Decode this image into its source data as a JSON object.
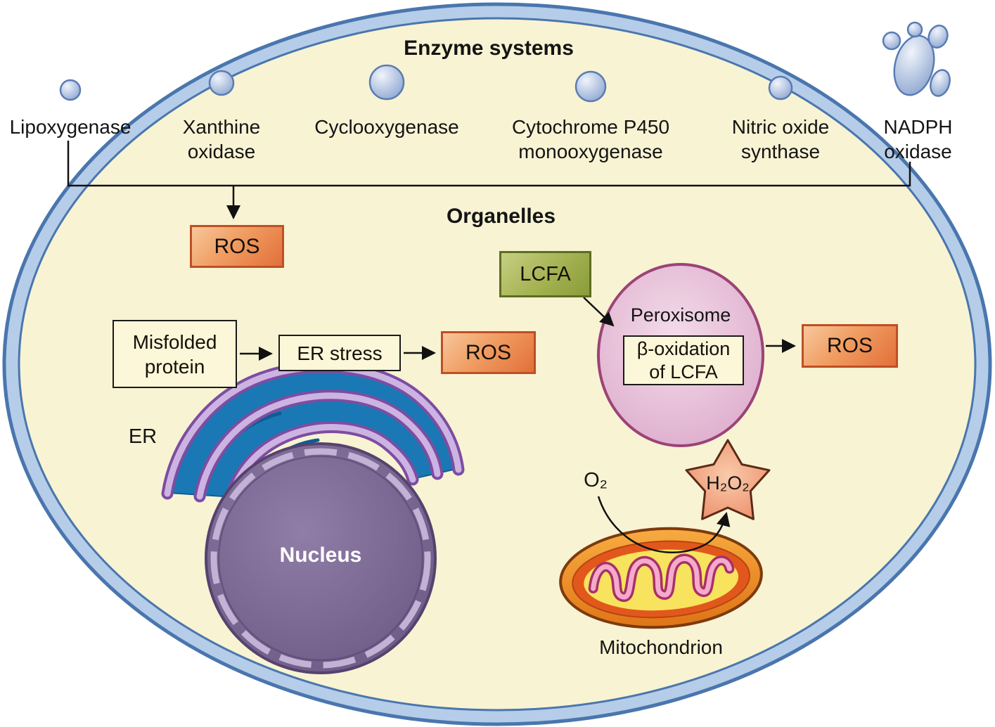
{
  "headings": {
    "enzyme_systems": "Enzyme systems",
    "organelles": "Organelles"
  },
  "enzymes": [
    {
      "label": "Lipoxygenase"
    },
    {
      "label": "Xanthine\noxidase"
    },
    {
      "label": "Cyclooxygenase"
    },
    {
      "label": "Cytochrome P450\nmonooxygenase"
    },
    {
      "label": "Nitric oxide\nsynthase"
    },
    {
      "label": "NADPH\noxidase"
    }
  ],
  "boxes": {
    "ros_enzyme": "ROS",
    "ros_er": "ROS",
    "ros_peroxisome": "ROS",
    "misfolded_protein": "Misfolded\nprotein",
    "er_stress": "ER stress",
    "lcfa": "LCFA",
    "beta_oxidation": "β-oxidation\nof LCFA"
  },
  "organelle_labels": {
    "er": "ER",
    "nucleus": "Nucleus",
    "peroxisome": "Peroxisome",
    "mitochondrion": "Mitochondrion"
  },
  "molecules": {
    "o2": "O₂",
    "h2o2": "H₂O₂"
  },
  "colors": {
    "membrane": "#b5cde8",
    "membrane_stroke": "#4a76ae",
    "cytoplasm": "#f8f3d3",
    "ros_border": "#bf4f24",
    "lcfa_green": "#a4b251",
    "peroxisome_pink": "#ddaacb",
    "nucleus_purple": "#6b5884",
    "er_teal": "#1a78b4",
    "mitochondrion_orange": "#e88a20",
    "h2o2_star": "#ee9270"
  }
}
